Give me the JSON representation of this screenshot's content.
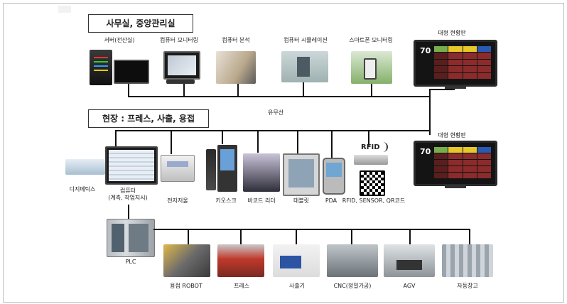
{
  "office": {
    "title": "사무실, 중앙관리실",
    "items": [
      {
        "label": "서버(전산실)"
      },
      {
        "label": "컴퓨터 모니터링"
      },
      {
        "label": "컴퓨터 분석"
      },
      {
        "label": "컴퓨터 시뮬레이션"
      },
      {
        "label": "스마트폰 모니터링"
      },
      {
        "label": "대형 현황판"
      }
    ],
    "board_number": "70"
  },
  "network": {
    "wired_label": "유무선"
  },
  "field": {
    "title": "현장 : 프레스, 사출, 용접",
    "board_label": "대형 현황판",
    "board_number": "70",
    "rfid_tag": "RFID",
    "items": [
      {
        "label": "디지메틱스"
      },
      {
        "label": "컴퓨터\n(계측, 작업지시)"
      },
      {
        "label": "전자저울"
      },
      {
        "label": "키오스크"
      },
      {
        "label": "바코드 리더"
      },
      {
        "label": "태블릿"
      },
      {
        "label": "PDA"
      },
      {
        "label": "RFID, SENSOR, QR코드"
      }
    ]
  },
  "plc": {
    "label": "PLC",
    "machines": [
      {
        "label": "용접 ROBOT"
      },
      {
        "label": "프레스"
      },
      {
        "label": "사출기"
      },
      {
        "label": "CNC(정밀가공)"
      },
      {
        "label": "AGV"
      },
      {
        "label": "자동창고"
      }
    ]
  }
}
